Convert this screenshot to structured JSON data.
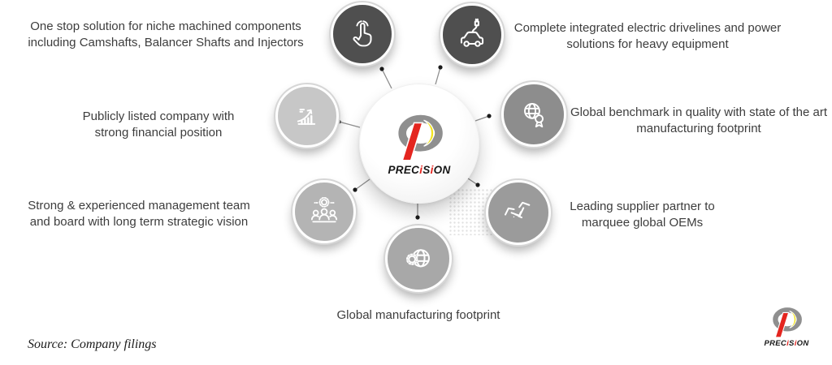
{
  "diagram": {
    "brand": {
      "p1": "PREC",
      "i1": "i",
      "s1": "S",
      "i2": "i",
      "on": "ON"
    },
    "features": [
      {
        "label": "One stop solution for niche machined components including Camshafts, Balancer Shafts and Injectors",
        "icon": "tap-icon",
        "circle_color": "#4f4f4f"
      },
      {
        "label": "Complete integrated electric drivelines and power solutions for heavy equipment",
        "icon": "electric-car-icon",
        "circle_color": "#4f4f4f"
      },
      {
        "label": "Publicly listed company with strong financial position",
        "icon": "growth-chart-icon",
        "circle_color": "#c7c7c7"
      },
      {
        "label": "Global benchmark in quality with state of the art manufacturing footprint",
        "icon": "globe-award-icon",
        "circle_color": "#8d8d8d"
      },
      {
        "label": "Strong & experienced management team and board with long term strategic vision",
        "icon": "team-icon",
        "circle_color": "#b4b4b4"
      },
      {
        "label": "Leading supplier partner to marquee global OEMs",
        "icon": "handshake-icon",
        "circle_color": "#9b9b9b"
      },
      {
        "label": "Global manufacturing footprint",
        "icon": "globe-gear-icon",
        "circle_color": "#a8a8a8"
      }
    ],
    "footer": {
      "source_note": "Source: Company filings"
    },
    "colors": {
      "brand_red": "#e4251f",
      "brand_yellow": "#f2e41f",
      "brand_gray": "#8f8f8f",
      "text": "#3d3d3d",
      "circle_dark": "#4f4f4f",
      "connector": "#8f8f8f"
    }
  }
}
